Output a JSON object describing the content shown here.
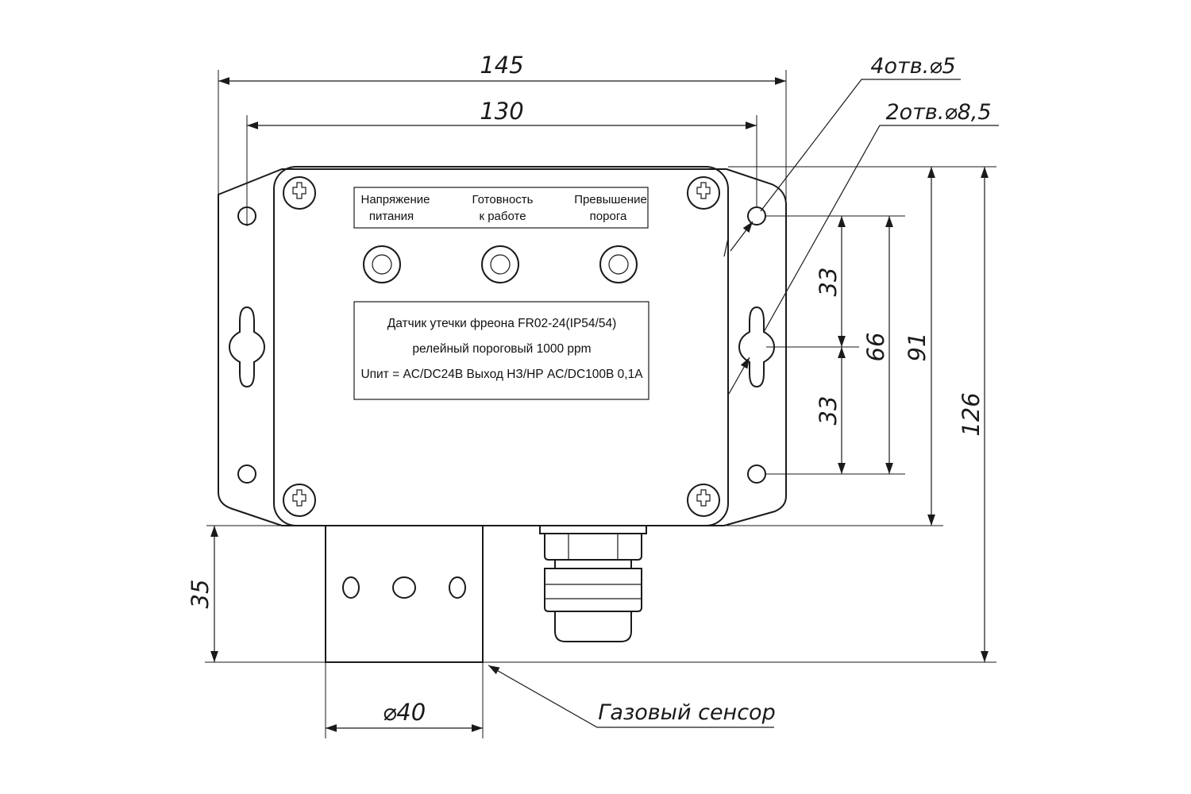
{
  "dimensions": {
    "overall_width": "145",
    "hole_spacing": "130",
    "hole_pitch_upper": "33",
    "hole_pitch_lower": "33",
    "slot_to_hole": "66",
    "hole_to_hole_vertical": "91",
    "overall_height": "126",
    "sensor_height": "35",
    "sensor_diameter": "⌀40"
  },
  "callouts": {
    "small_holes": "4отв.⌀5",
    "slot_holes": "2отв.⌀8,5",
    "gas_sensor": "Газовый сенсор"
  },
  "indicator_panel": {
    "labels": [
      [
        "Напряжение",
        "питания"
      ],
      [
        "Готовность",
        "к работе"
      ],
      [
        "Превышение",
        "порога"
      ]
    ]
  },
  "nameplate": {
    "line1": "Датчик утечки фреона FR02-24(IP54/54)",
    "line2": "релейный пороговый 1000 ppm",
    "line3": "Uпит = AC/DC24B  Выход НЗ/НР AC/DC100B 0,1A"
  },
  "colors": {
    "line": "#1a1a1a",
    "background": "#ffffff"
  }
}
